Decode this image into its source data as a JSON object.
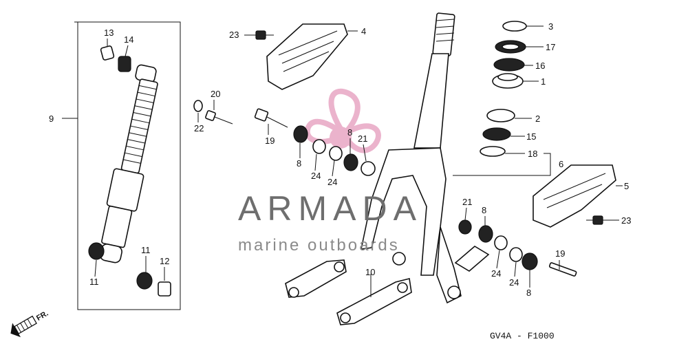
{
  "watermark": {
    "title": "ARMADA",
    "subtitle": "marine outboards",
    "brand_color": "#e8a6c4"
  },
  "diagram_code": "GV4A - F1000",
  "direction_marker": "FR.",
  "callouts": {
    "c1": "1",
    "c2": "2",
    "c3": "3",
    "c4": "4",
    "c5": "5",
    "c6": "6",
    "c8a": "8",
    "c8b": "8",
    "c8c": "8",
    "c8d": "8",
    "c9": "9",
    "c10": "10",
    "c11a": "11",
    "c11b": "11",
    "c12": "12",
    "c13": "13",
    "c14": "14",
    "c15": "15",
    "c16": "16",
    "c17": "17",
    "c18": "18",
    "c19a": "19",
    "c19b": "19",
    "c20": "20",
    "c21a": "21",
    "c21b": "21",
    "c22": "22",
    "c23a": "23",
    "c23b": "23",
    "c24a": "24",
    "c24b": "24",
    "c24c": "24",
    "c24d": "24"
  }
}
